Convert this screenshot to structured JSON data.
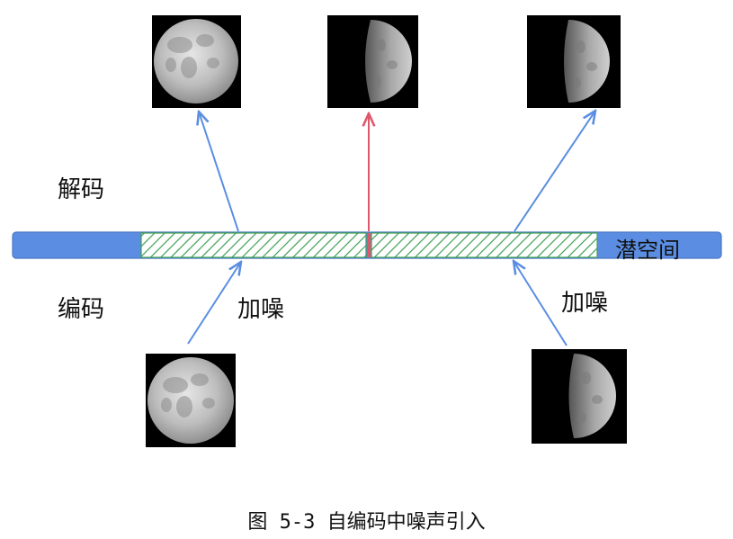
{
  "labels": {
    "decode": "解码",
    "encode": "编码",
    "add_noise_left": "加噪",
    "add_noise_right": "加噪",
    "latent_space": "潜空间"
  },
  "caption": "图 5-3  自编码中噪声引入",
  "images": {
    "top": [
      "full-moon",
      "half-moon",
      "half-moon"
    ],
    "bottom": [
      "full-moon",
      "half-moon"
    ]
  },
  "colors": {
    "latent_bar": "#5b8ee2",
    "noise_hatch": "#3f9f54",
    "arrow": "#5b8ee2",
    "center_arrow": "#e0566b",
    "moon_bg": "#000000"
  }
}
